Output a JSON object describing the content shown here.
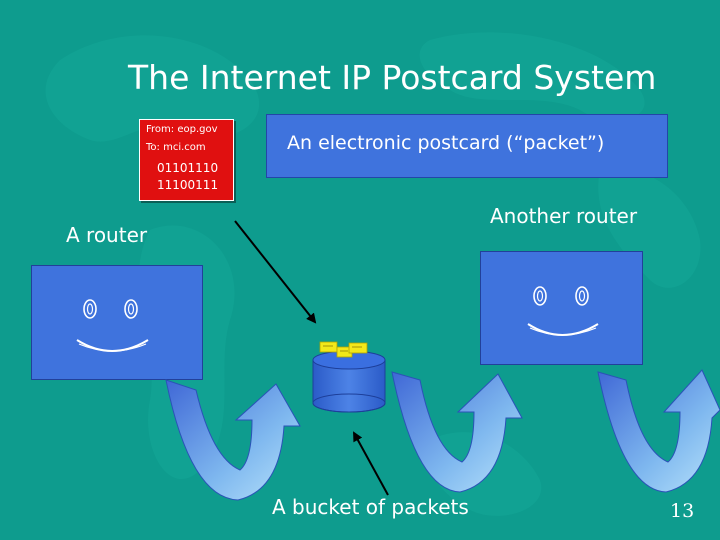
{
  "slide": {
    "title": "The Internet IP Postcard System",
    "page_number": "13",
    "background_color": "#0e9c8e"
  },
  "postcard": {
    "from": "From: eop.gov",
    "to": "To: mci.com",
    "bits_1": "01101110",
    "bits_2": "11100111",
    "color": "#e01010"
  },
  "callout": {
    "text": "An electronic postcard (“packet”)",
    "color": "#3f73dd"
  },
  "labels": {
    "router_a": "A router",
    "router_b": "Another router",
    "bucket": "A bucket of packets"
  },
  "icons": [
    "router-face-icon",
    "packet-bucket-icon",
    "curved-arrow-icon",
    "pointer-arrow-icon"
  ]
}
